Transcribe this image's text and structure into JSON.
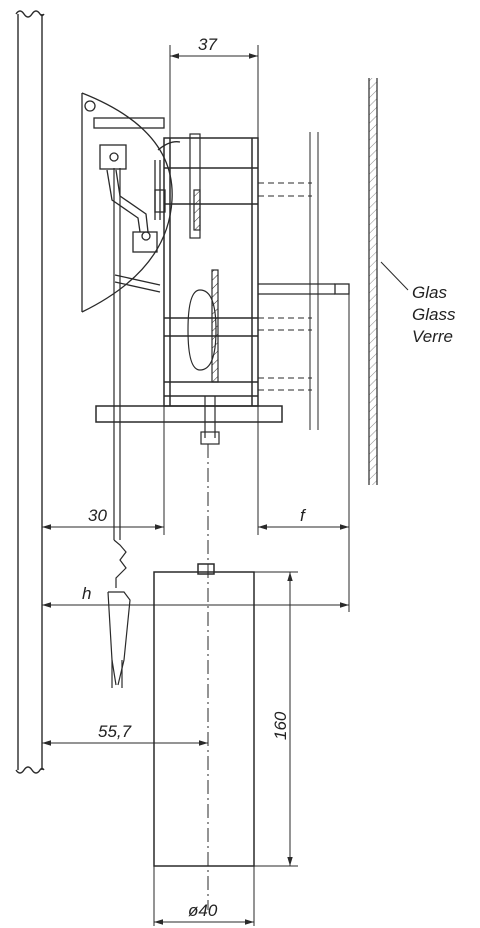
{
  "labels": {
    "glass_de": "Glas",
    "glass_en": "Glass",
    "glass_fr": "Verre"
  },
  "dimensions": {
    "depth_top": "37",
    "wall_offset": "30",
    "f": "f",
    "h": "h",
    "weight_center": "55,7",
    "weight_height": "160",
    "weight_diameter": "ø40"
  },
  "colors": {
    "line": "#2a2a2a",
    "background": "#ffffff"
  }
}
